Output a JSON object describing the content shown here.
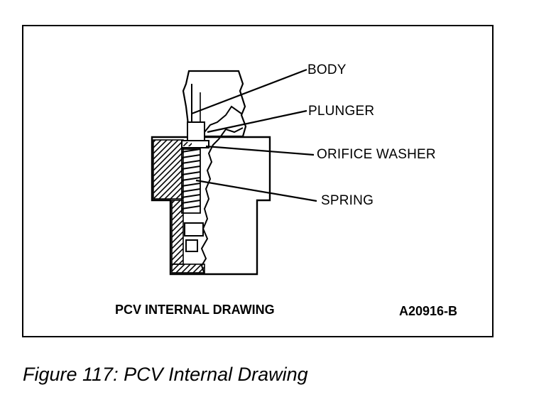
{
  "figure": {
    "labels": {
      "body": "BODY",
      "plunger": "PLUNGER",
      "orifice_washer": "ORIFICE WASHER",
      "spring": "SPRING"
    },
    "drawing_title": "PCV INTERNAL DRAWING",
    "reference_code": "A20916-B",
    "caption": "Figure 117: PCV Internal Drawing"
  }
}
